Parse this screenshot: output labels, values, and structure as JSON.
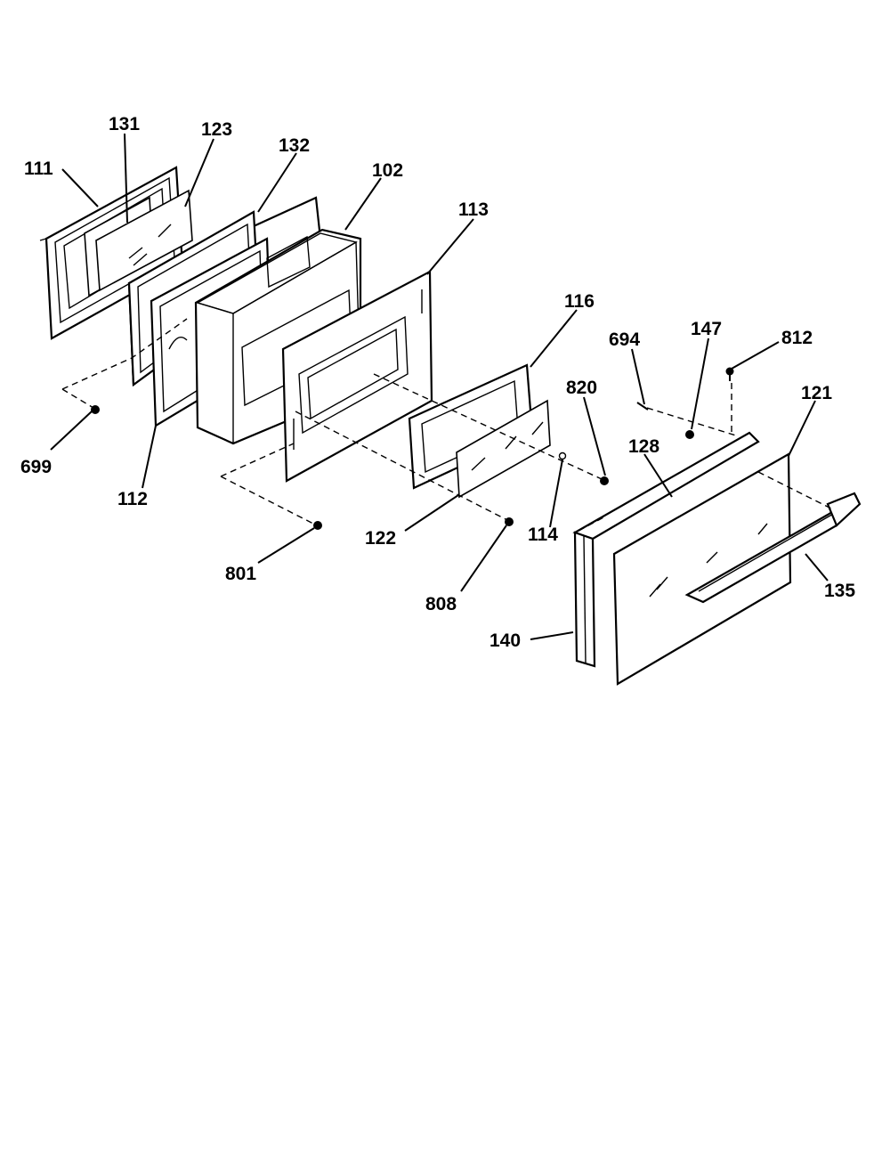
{
  "diagram": {
    "labels": {
      "p111": "111",
      "p131": "131",
      "p123": "123",
      "p132": "132",
      "p102": "102",
      "p113": "113",
      "p116": "116",
      "p694": "694",
      "p147": "147",
      "p812": "812",
      "p820": "820",
      "p121": "121",
      "p128": "128",
      "p699": "699",
      "p112": "112",
      "p801": "801",
      "p122": "122",
      "p114": "114",
      "p808": "808",
      "p135": "135",
      "p140": "140"
    }
  }
}
